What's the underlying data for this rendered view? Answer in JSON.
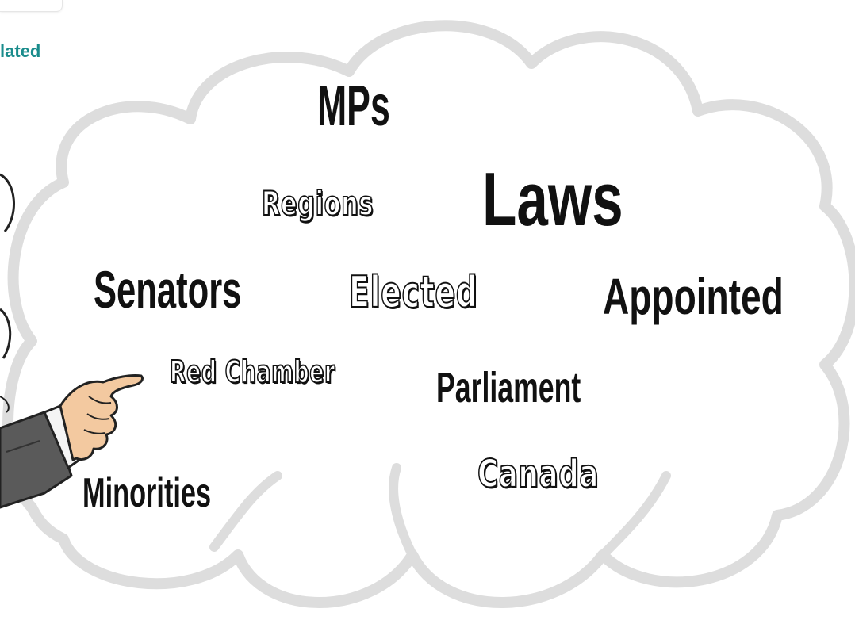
{
  "header": {
    "related_label": "lated"
  },
  "word_cloud": {
    "words": {
      "mps": "MPs",
      "regions": "Regions",
      "laws": "Laws",
      "senators": "Senators",
      "elected": "Elected",
      "appointed": "Appointed",
      "red_chamber": "Red Chamber",
      "parliament": "Parliament",
      "minorities": "Minorities",
      "canada": "Canada"
    }
  },
  "colors": {
    "accent_teal": "#1a8c8c",
    "cloud_outline": "#dddddd",
    "text": "#111111"
  },
  "icons": {
    "pointing_hand": "pointing-hand-illustration",
    "cloud": "thought-cloud-shape"
  }
}
